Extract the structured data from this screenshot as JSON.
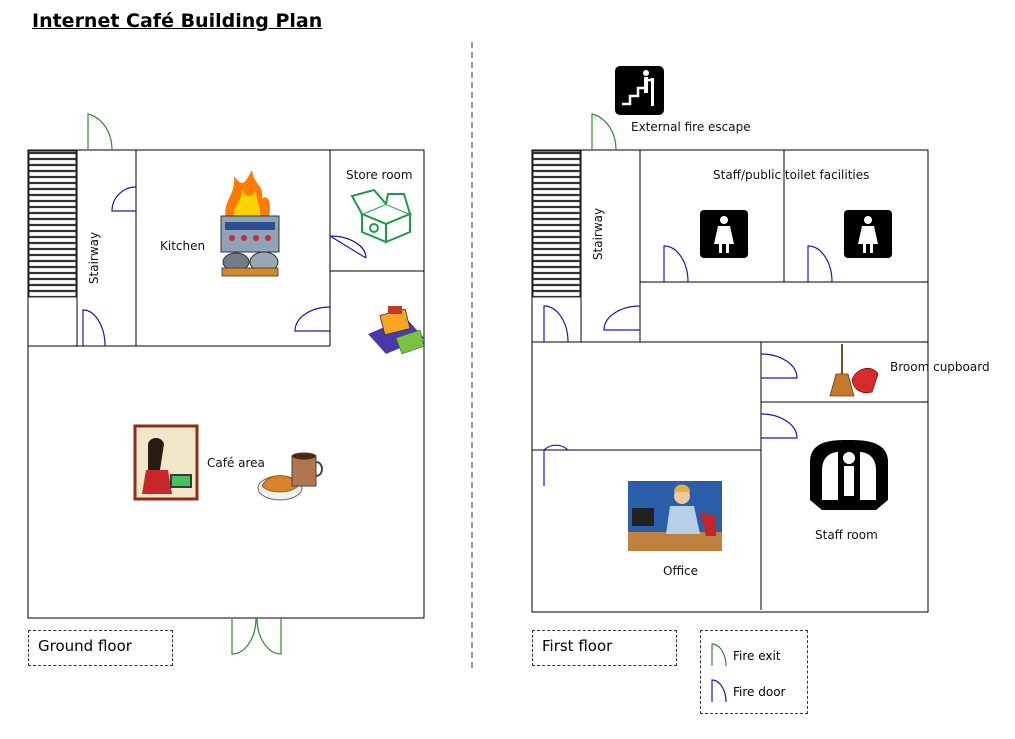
{
  "title": "Internet Café Building Plan",
  "ground_floor": {
    "label": "Ground floor",
    "rooms": {
      "stairway": "Stairway",
      "kitchen": "Kitchen",
      "store_room": "Store room",
      "cafe_area": "Café area"
    }
  },
  "first_floor": {
    "label": "First floor",
    "rooms": {
      "stairway": "Stairway",
      "toilets": "Staff/public toilet facilities",
      "broom_cupboard": "Broom cupboard",
      "office": "Office",
      "staff_room": "Staff room"
    },
    "external_fire_escape": "External fire escape"
  },
  "legend": {
    "fire_exit": "Fire exit",
    "fire_door": "Fire door"
  },
  "colors": {
    "fire_exit": "#2e8b2e",
    "fire_door": "#1a1aa8",
    "walls": "#000000"
  },
  "icons": [
    "stairs-icon",
    "fire-icon",
    "stove-icon",
    "recycle-box-icon",
    "cash-register-icon",
    "woman-laptop-icon",
    "coffee-croissant-icon",
    "fire-escape-sign-icon",
    "female-toilet-icon",
    "broom-dustpan-icon",
    "armchair-icon",
    "office-worker-icon"
  ]
}
